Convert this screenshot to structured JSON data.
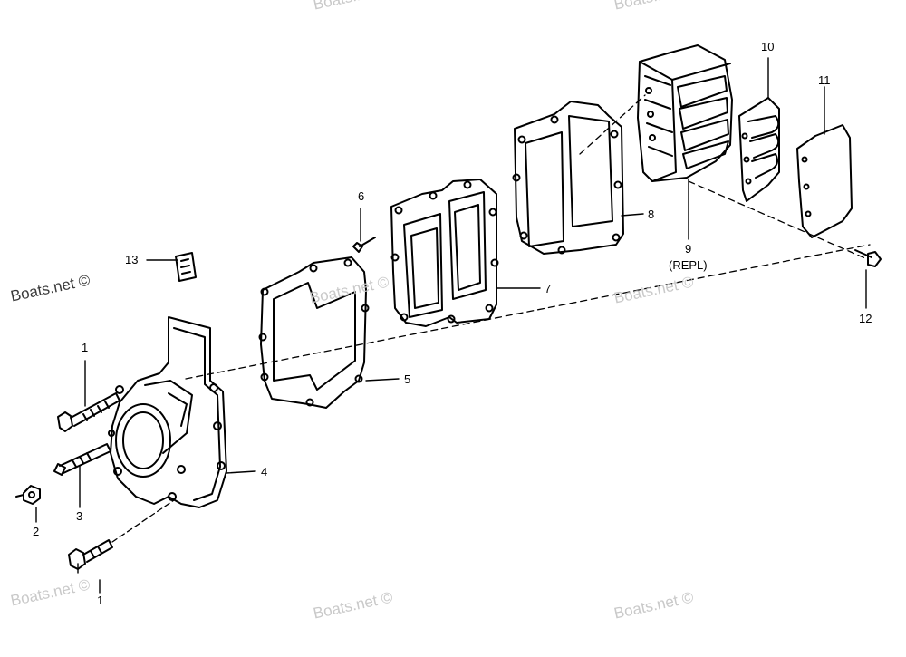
{
  "watermarks": {
    "left_bold": "Boats.net ©",
    "faded": "Boats.net ©"
  },
  "callouts": {
    "c1_top": "1",
    "c1_bottom": "1",
    "c2": "2",
    "c3": "3",
    "c4": "4",
    "c5": "5",
    "c6": "6",
    "c7": "7",
    "c8": "8",
    "c9": "9",
    "c9_note": "(REPL)",
    "c10": "10",
    "c11": "11",
    "c12": "12",
    "c13": "13"
  },
  "colors": {
    "line": "#000000",
    "watermark": "#c9c9c9"
  }
}
